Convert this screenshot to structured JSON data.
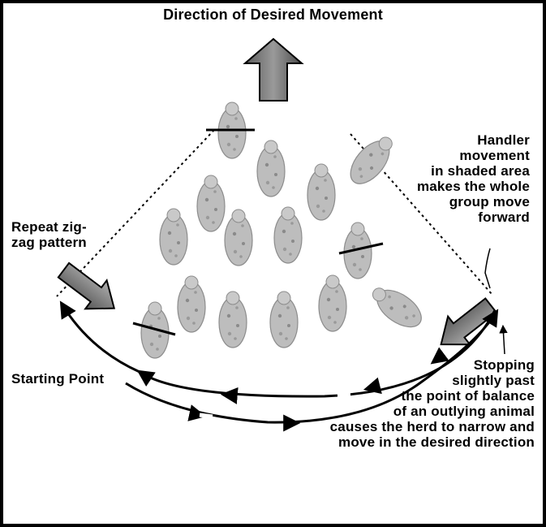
{
  "title": "Direction of Desired Movement",
  "handler_label": [
    "Handler",
    "movement",
    "in shaded area",
    "makes the whole",
    "group move",
    "forward"
  ],
  "repeat_label": [
    "Repeat zig-",
    "zag pattern"
  ],
  "start_label": "Starting Point",
  "stopping_label": [
    "Stopping",
    "slightly past",
    "the point of balance",
    "of an outlying animal",
    "causes the herd to narrow and",
    "move in the desired direction"
  ],
  "colors": {
    "ink": "#000000",
    "animal": "#b8b8b8",
    "arrow_fill": "#8a8a8a",
    "background": "#ffffff"
  },
  "icons": [
    "up-arrow-icon",
    "down-right-arrow-icon",
    "down-left-arrow-icon",
    "cow-icon"
  ]
}
